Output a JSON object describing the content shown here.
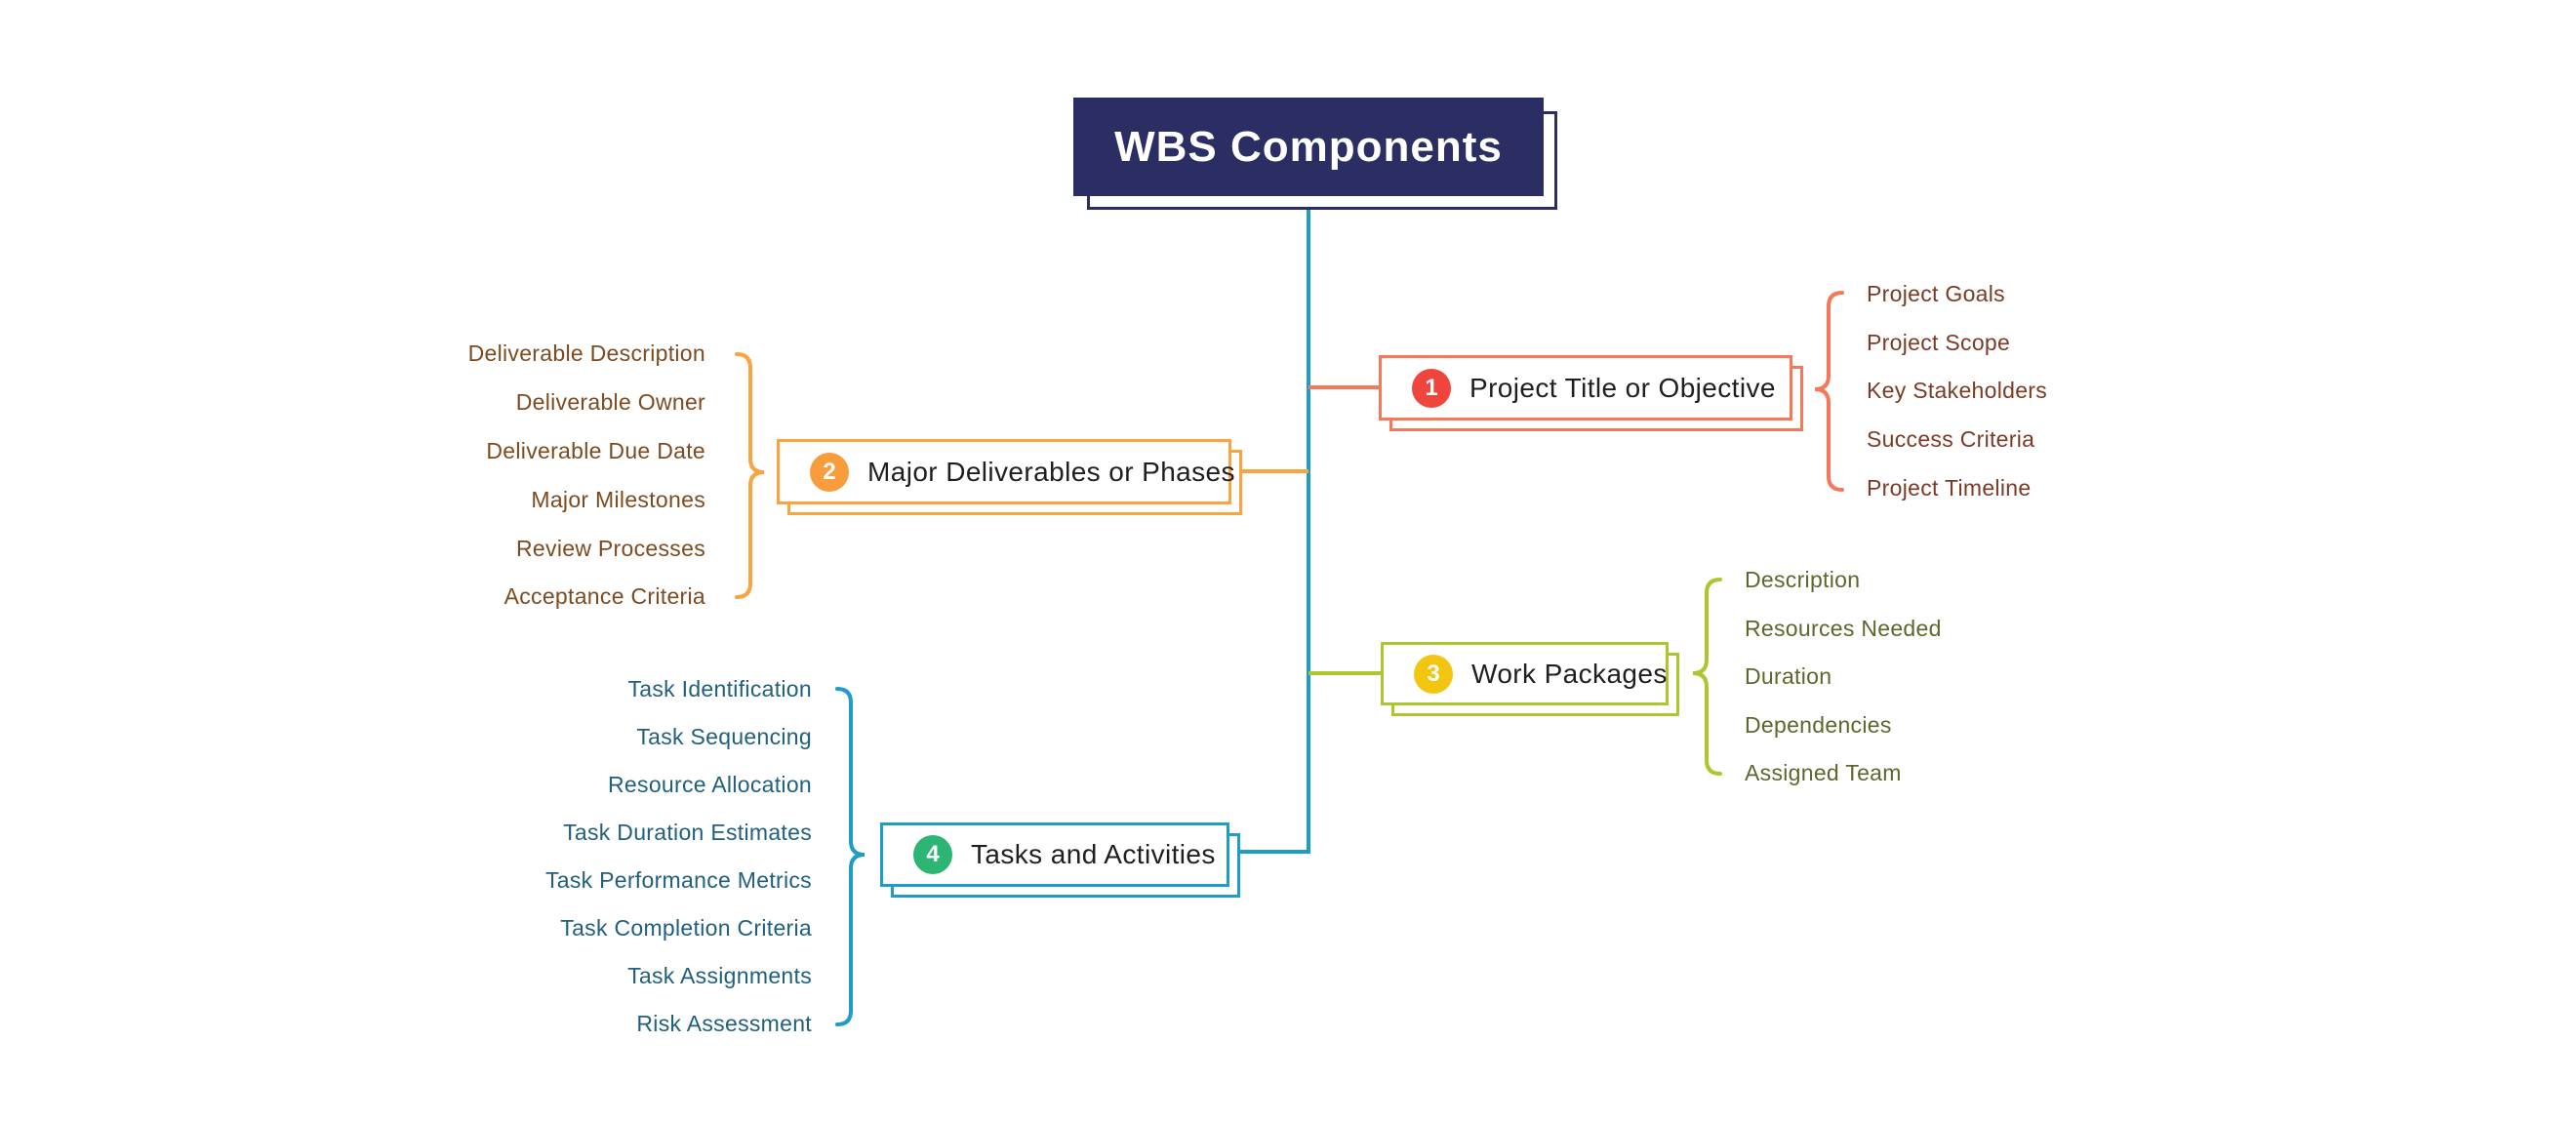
{
  "root": {
    "title": "WBS Components",
    "bg_color": "#2A2E63",
    "text_color": "#FFFFFF"
  },
  "nodes": [
    {
      "number": "1",
      "title": "Project Title or Objective",
      "side": "right",
      "accent_color": "#F4795B",
      "badge_color": "#F0453C",
      "leaf_text_color": "#7B3B25",
      "items": [
        "Project Goals",
        "Project Scope",
        "Key Stakeholders",
        "Success Criteria",
        "Project Timeline"
      ]
    },
    {
      "number": "2",
      "title": "Major Deliverables or Phases",
      "side": "left",
      "accent_color": "#F9A441",
      "badge_color": "#F89C3C",
      "leaf_text_color": "#7D4B1F",
      "items": [
        "Deliverable Description",
        "Deliverable Owner",
        "Deliverable Due Date",
        "Major Milestones",
        "Review Processes",
        "Acceptance Criteria"
      ]
    },
    {
      "number": "3",
      "title": "Work Packages",
      "side": "right",
      "accent_color": "#AFC52F",
      "badge_color": "#F2C511",
      "leaf_text_color": "#5D672B",
      "items": [
        "Description",
        "Resources Needed",
        "Duration",
        "Dependencies",
        "Assigned Team"
      ]
    },
    {
      "number": "4",
      "title": "Tasks and Activities",
      "side": "left",
      "accent_color": "#1E9EC6",
      "badge_color": "#2CB573",
      "leaf_text_color": "#20607E",
      "items": [
        "Task Identification",
        "Task Sequencing",
        "Resource Allocation",
        "Task Duration Estimates",
        "Task Performance Metrics",
        "Task Completion Criteria",
        "Task Assignments",
        "Risk Assessment"
      ]
    }
  ],
  "background_color": "#FFFFFF"
}
